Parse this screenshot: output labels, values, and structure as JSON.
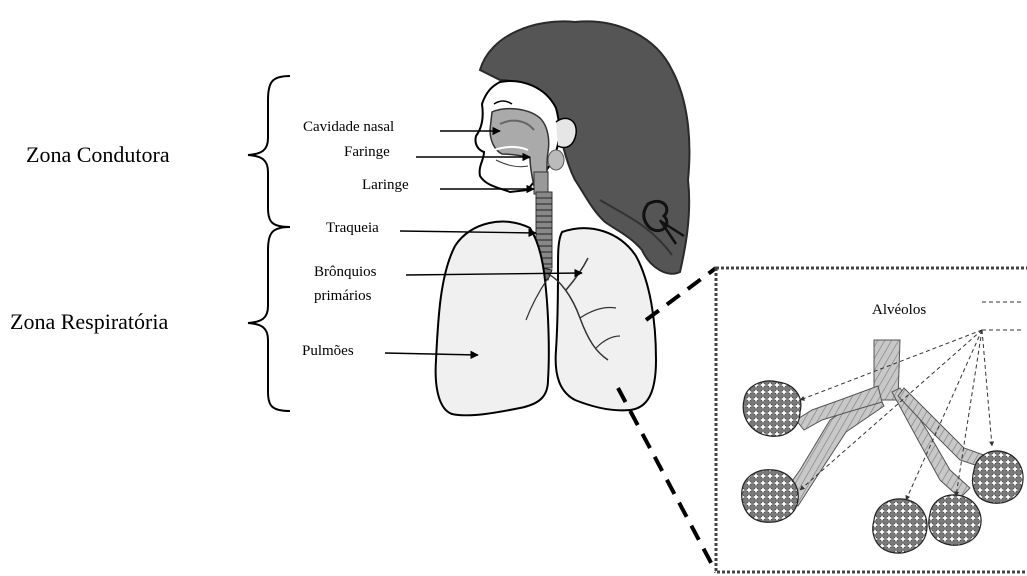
{
  "zones": {
    "conducting": "Zona Condutora",
    "respiratory": "Zona Respiratória"
  },
  "labels": {
    "nasal_cavity": "Cavidade nasal",
    "pharynx": "Faringe",
    "larynx": "Laringe",
    "trachea": "Traqueia",
    "bronchi_line1": "Brônquios",
    "bronchi_line2": "primários",
    "lungs": "Pulmões",
    "alveoli": "Alvéolos"
  },
  "colors": {
    "hair": "#555555",
    "tract": "#aaaaaa",
    "lung": "#f0f0f0",
    "alveolus": "#7a7a7a",
    "bronchiole": "#c8c8c8"
  }
}
